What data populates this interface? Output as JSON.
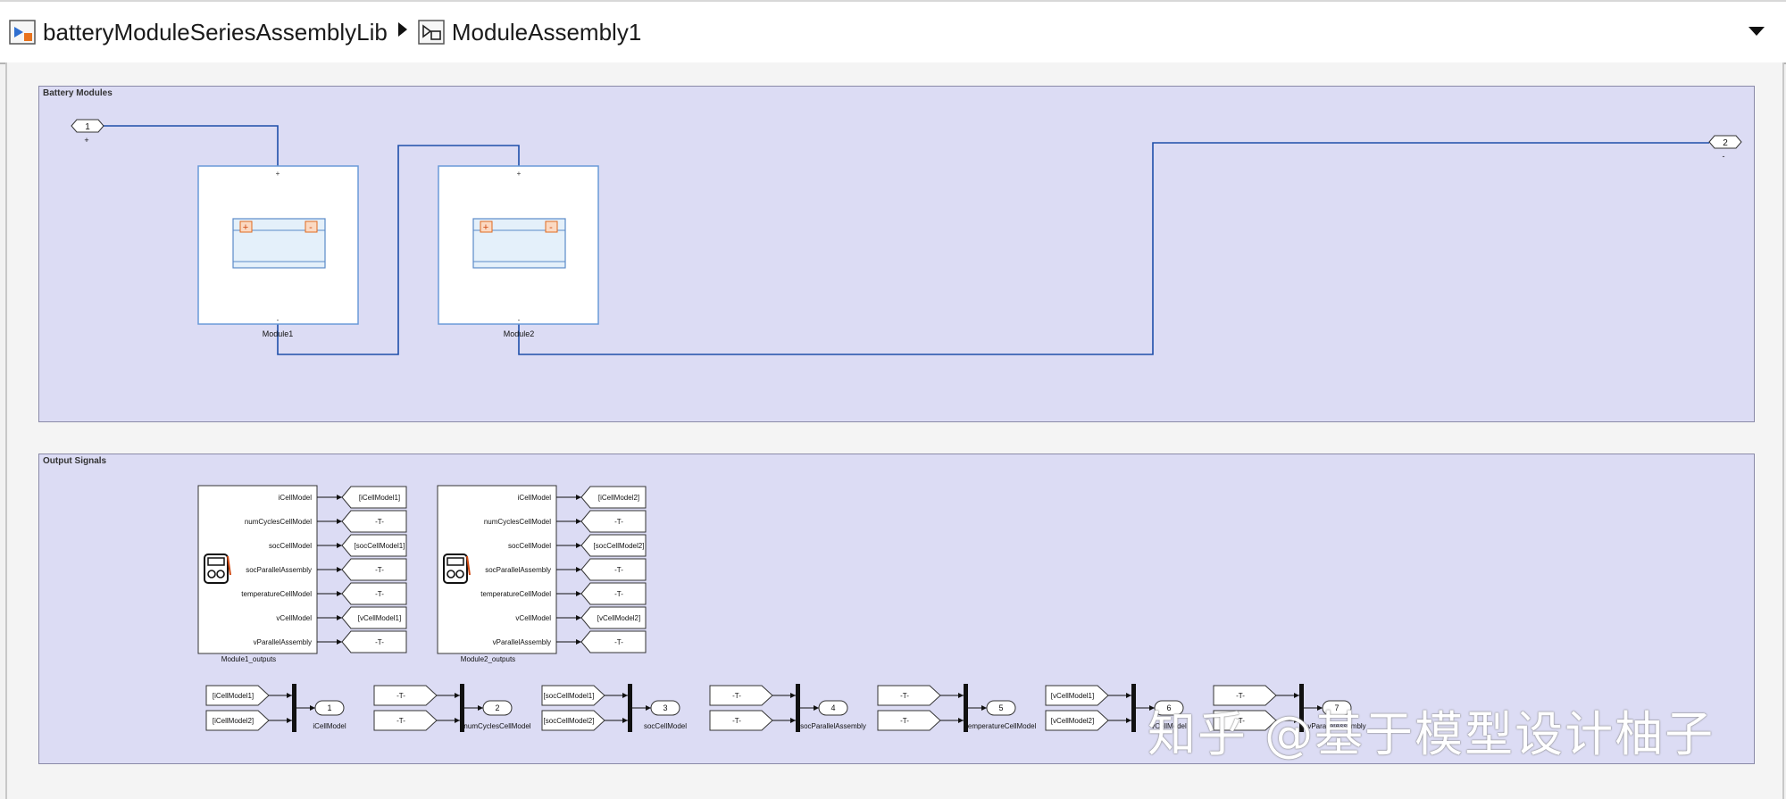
{
  "breadcrumb": {
    "root_label": "batteryModuleSeriesAssemblyLib",
    "child_label": "ModuleAssembly1"
  },
  "areas": {
    "battery_modules_title": "Battery Modules",
    "output_signals_title": "Output Signals"
  },
  "ports": {
    "in_port_number": "1",
    "in_port_label": "+",
    "out_port_number": "2",
    "out_port_label": "-"
  },
  "modules": [
    {
      "name": "Module1",
      "top_label": "+",
      "bottom_label": "-"
    },
    {
      "name": "Module2",
      "top_label": "+",
      "bottom_label": "-"
    }
  ],
  "output_blocks": [
    {
      "name": "Module1_outputs",
      "signals": [
        "iCellModel",
        "numCyclesCellModel",
        "socCellModel",
        "socParallelAssembly",
        "temperatureCellModel",
        "vCellModel",
        "vParallelAssembly"
      ],
      "tags": [
        "[iCellModel1]",
        "-T-",
        "[socCellModel1]",
        "-T-",
        "-T-",
        "[vCellModel1]",
        "-T-"
      ]
    },
    {
      "name": "Module2_outputs",
      "signals": [
        "iCellModel",
        "numCyclesCellModel",
        "socCellModel",
        "socParallelAssembly",
        "temperatureCellModel",
        "vCellModel",
        "vParallelAssembly"
      ],
      "tags": [
        "[iCellModel2]",
        "-T-",
        "[socCellModel2]",
        "-T-",
        "-T-",
        "[vCellModel2]",
        "-T-"
      ]
    }
  ],
  "mux_groups": [
    {
      "from": [
        "[iCellModel1]",
        "[iCellModel2]"
      ],
      "port": "1",
      "label": "iCellModel"
    },
    {
      "from": [
        "-T-",
        "-T-"
      ],
      "port": "2",
      "label": "numCyclesCellModel"
    },
    {
      "from": [
        "[socCellModel1]",
        "[socCellModel2]"
      ],
      "port": "3",
      "label": "socCellModel"
    },
    {
      "from": [
        "-T-",
        "-T-"
      ],
      "port": "4",
      "label": "socParallelAssembly"
    },
    {
      "from": [
        "-T-",
        "-T-"
      ],
      "port": "5",
      "label": "temperatureCellModel"
    },
    {
      "from": [
        "[vCellModel1]",
        "[vCellModel2]"
      ],
      "port": "6",
      "label": "vCellModel"
    },
    {
      "from": [
        "-T-",
        "-T-"
      ],
      "port": "7",
      "label": "vParallelAssembly"
    }
  ],
  "watermark": "知乎 @基于模型设计柚子",
  "colors": {
    "area_fill": "#dcdcf4",
    "signal_line": "#1f4faa",
    "block_border": "#6a9ad8"
  },
  "icons": {
    "model_icon": "simulink-model-icon",
    "subsystem_icon": "subsystem-icon",
    "separator_icon": "breadcrumb-arrow-icon",
    "dropdown_icon": "triangle-down-icon",
    "battery_icon": "battery-icon",
    "meter_icon": "multimeter-icon"
  }
}
